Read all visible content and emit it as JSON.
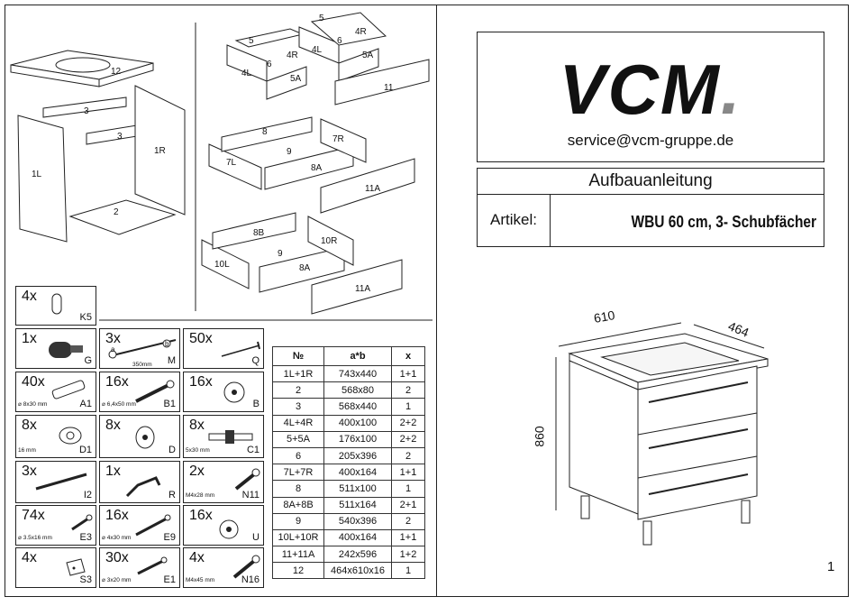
{
  "brand": {
    "logo_text": "VCM",
    "logo_dot": ".",
    "email": "service@vcm-gruppe.de"
  },
  "title": "Aufbauanleitung",
  "article": {
    "key": "Artikel:",
    "value": "WBU 60 cm, 3- Schubfächer"
  },
  "page_number": "1",
  "cabinet_labels": {
    "p12": "12",
    "p3a": "3",
    "p3b": "3",
    "p1R": "1R",
    "p1L": "1L",
    "p2": "2"
  },
  "drawer_labels": {
    "p5a": "5",
    "p5b": "5",
    "p4L": "4L",
    "p4R_a": "4R",
    "p4R_b": "4R",
    "p6a": "6",
    "p6b": "6",
    "p5Aa": "5A",
    "p5Ab": "5A",
    "p4L2": "4L",
    "p11": "11",
    "p8": "8",
    "p9a": "9",
    "p7R": "7R",
    "p7L": "7L",
    "p8A": "8A",
    "p11A_a": "11A",
    "p8B": "8B",
    "p9b": "9",
    "p10R": "10R",
    "p10L": "10L",
    "p8A2": "8A",
    "p11A_b": "11A"
  },
  "dimensions_view": {
    "width": "610",
    "depth": "464",
    "height": "860"
  },
  "parts": [
    {
      "qty": "4x",
      "code": "K5",
      "dim": ""
    },
    {
      "qty": "1x",
      "code": "G",
      "dim": ""
    },
    {
      "qty": "3x",
      "code": "M",
      "dim": "350mm",
      "extra_a": "a",
      "extra_b": "b"
    },
    {
      "qty": "50x",
      "code": "Q",
      "dim": ""
    },
    {
      "qty": "40x",
      "code": "A1",
      "dim": "⌀ 8x30 mm"
    },
    {
      "qty": "16x",
      "code": "B1",
      "dim": "⌀ 6,4x50 mm"
    },
    {
      "qty": "16x",
      "code": "B",
      "dim": ""
    },
    {
      "qty": "8x",
      "code": "D1",
      "dim": "16 mm"
    },
    {
      "qty": "8x",
      "code": "D",
      "dim": ""
    },
    {
      "qty": "8x",
      "code": "C1",
      "dim": "5x30 mm"
    },
    {
      "qty": "3x",
      "code": "I2",
      "dim": ""
    },
    {
      "qty": "1x",
      "code": "R",
      "dim": ""
    },
    {
      "qty": "2x",
      "code": "N11",
      "dim": "M4x28 mm"
    },
    {
      "qty": "74x",
      "code": "E3",
      "dim": "⌀ 3.5x16 mm"
    },
    {
      "qty": "16x",
      "code": "E9",
      "dim": "⌀ 4x30 mm"
    },
    {
      "qty": "16x",
      "code": "U",
      "dim": ""
    },
    {
      "qty": "4x",
      "code": "S3",
      "dim": ""
    },
    {
      "qty": "30x",
      "code": "E1",
      "dim": "⌀ 3x20 mm"
    },
    {
      "qty": "4x",
      "code": "N16",
      "dim": "M4x45 mm"
    }
  ],
  "table": {
    "headers": [
      "№",
      "a*b",
      "x"
    ],
    "rows": [
      [
        "1L+1R",
        "743x440",
        "1+1"
      ],
      [
        "2",
        "568x80",
        "2"
      ],
      [
        "3",
        "568x440",
        "1"
      ],
      [
        "4L+4R",
        "400x100",
        "2+2"
      ],
      [
        "5+5A",
        "176x100",
        "2+2"
      ],
      [
        "6",
        "205x396",
        "2"
      ],
      [
        "7L+7R",
        "400x164",
        "1+1"
      ],
      [
        "8",
        "511x100",
        "1"
      ],
      [
        "8A+8B",
        "511x164",
        "2+1"
      ],
      [
        "9",
        "540x396",
        "2"
      ],
      [
        "10L+10R",
        "400x164",
        "1+1"
      ],
      [
        "11+11A",
        "242x596",
        "1+2"
      ],
      [
        "12",
        "464x610x16",
        "1"
      ]
    ]
  }
}
